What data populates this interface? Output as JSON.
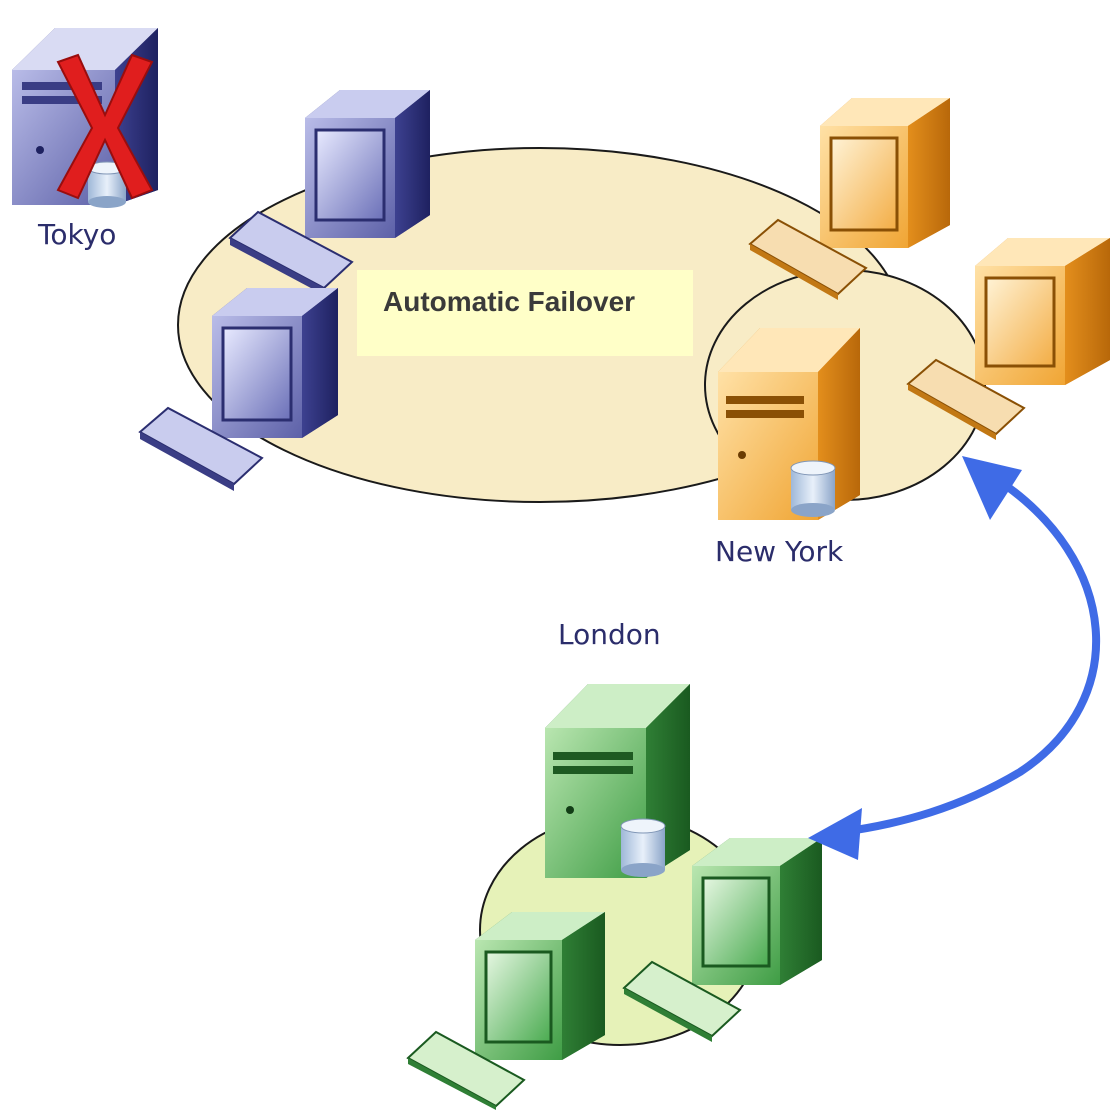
{
  "diagram": {
    "title": "Automatic Failover",
    "sites": [
      {
        "id": "tokyo",
        "label": "Tokyo",
        "status": "failed",
        "color": "#7a7fc4"
      },
      {
        "id": "newyork",
        "label": "New York",
        "status": "active",
        "color": "#f2a93b"
      },
      {
        "id": "london",
        "label": "London",
        "status": "standby",
        "color": "#4caf50"
      }
    ],
    "link": {
      "from": "New York",
      "to": "London",
      "style": "bidirectional",
      "color": "#3f6be6"
    },
    "colors": {
      "cluster_fill": "#f8ecc6",
      "london_fill": "#e6f2b8",
      "failure_mark": "#e01e1e",
      "title_box": "#ffffc8"
    },
    "icons": [
      "server-icon",
      "workstation-icon",
      "keyboard-icon",
      "database-icon",
      "failure-x-icon",
      "arrow-icon"
    ]
  }
}
